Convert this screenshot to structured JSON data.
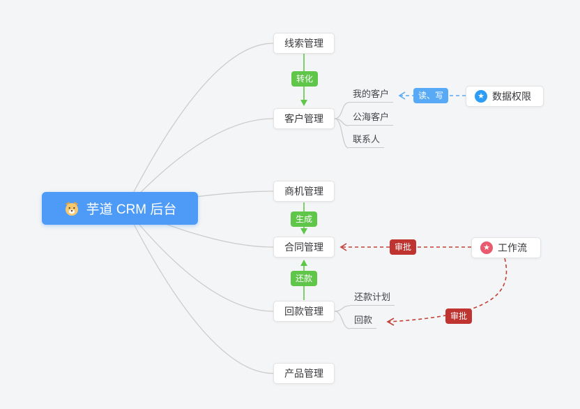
{
  "root": {
    "label": "芋道 CRM 后台"
  },
  "branches": [
    {
      "label": "线索管理"
    },
    {
      "label": "客户管理"
    },
    {
      "label": "商机管理"
    },
    {
      "label": "合同管理"
    },
    {
      "label": "回款管理"
    },
    {
      "label": "产品管理"
    }
  ],
  "customer_children": [
    {
      "label": "我的客户"
    },
    {
      "label": "公海客户"
    },
    {
      "label": "联系人"
    }
  ],
  "receivable_children": [
    {
      "label": "还款计划"
    },
    {
      "label": "回款"
    }
  ],
  "right_nodes": [
    {
      "label": "数据权限",
      "icon": "star-icon"
    },
    {
      "label": "工作流",
      "icon": "star-icon"
    }
  ],
  "edge_labels": {
    "convert": "转化",
    "generate": "生成",
    "repay": "还款",
    "read_write": "读、写",
    "approve_contract": "审批",
    "approve_receivable": "审批"
  },
  "icons": {
    "star": "★"
  },
  "colors": {
    "root_bg": "#4d9bf6",
    "green_badge": "#5fc64a",
    "blue_badge": "#58aaf7",
    "red_badge": "#bf3430",
    "red_line": "#c24036",
    "gray_line": "#cccccc",
    "data_permission_icon_bg": "#2d9cf4",
    "workflow_icon_bg": "#e85a6e",
    "background": "#f4f5f6"
  }
}
